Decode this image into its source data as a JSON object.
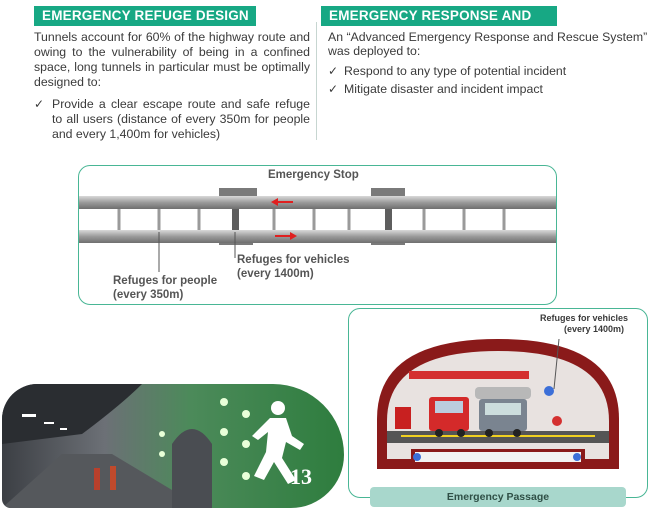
{
  "left": {
    "header": "EMERGENCY REFUGE DESIGN",
    "paragraph": "Tunnels account for 60% of the highway route and owing to the vulnerability of being in a confined space, long tunnels in particular must be optimally designed to:",
    "bullets": [
      "Provide a clear escape route and safe refuge to all users (distance of every 350m for people and every 1,400m for vehicles)"
    ]
  },
  "right": {
    "header": "EMERGENCY RESPONSE AND RESCUE",
    "intro_line1": "An “Advanced Emergency Response and Rescue System”",
    "intro_line2": "was deployed to:",
    "bullets": [
      "Respond to any type of potential incident",
      "Mitigate disaster and incident impact"
    ]
  },
  "check_glyph": "✓",
  "diagram": {
    "emergency_stop_label": "Emergency Stop",
    "people_label_1": "Refuges for people",
    "people_label_2": "(every 350m)",
    "vehicles_label_1": "Refuges for vehicles",
    "vehicles_label_2": "(every 1400m)"
  },
  "cross_section": {
    "vehicles_label_1": "Refuges for vehicles",
    "vehicles_label_2": "(every 1400m)",
    "passage_label": "Emergency Passage"
  },
  "photo": {
    "sign_number": "13"
  },
  "colors": {
    "accent": "#17a884",
    "arrow": "#e02020",
    "tunnel_lining": "#8a1a1a"
  }
}
